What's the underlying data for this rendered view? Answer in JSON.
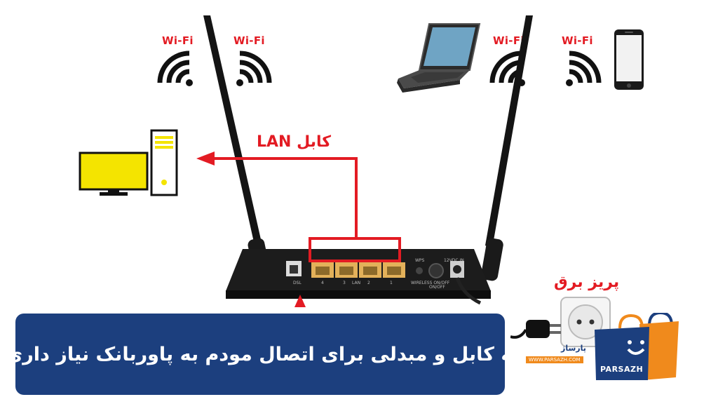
{
  "wifi_labels": [
    "Wi-Fi",
    "Wi-Fi",
    "Wi-Fi",
    "Wi-Fi"
  ],
  "cable_label": "کابل LAN",
  "socket_label": "پریز برق",
  "router_ports": {
    "dsl": "DSL",
    "lan": [
      "4",
      "3",
      "LAN",
      "2",
      "1"
    ],
    "wps": "WPS",
    "wireless": "WIRELESS ON/OFF",
    "power_switch": "ON/OFF",
    "power_in": "12VDC IN"
  },
  "title": "چه کابل و مبدلی برای اتصال مودم به پاوربانک نیاز داری؟",
  "brand": {
    "name_fa": "پارساژ",
    "url": "WWW.PARSAZH.COM",
    "name_en": "PARSAZH"
  },
  "colors": {
    "accent_red": "#e31b23",
    "title_bg": "#1c3f7e",
    "brand_orange": "#f08a1c",
    "monitor_yellow": "#f4e400"
  }
}
